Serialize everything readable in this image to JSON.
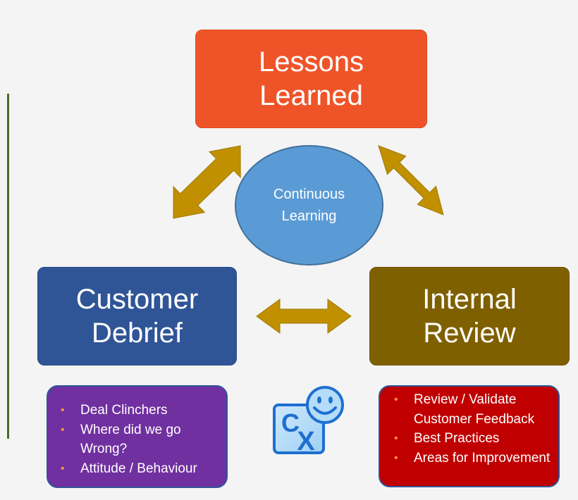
{
  "center": {
    "line1": "Continuous",
    "line2": "Learning"
  },
  "lessons": {
    "line1": "Lessons",
    "line2": "Learned"
  },
  "customer": {
    "line1": "Customer",
    "line2": "Debrief"
  },
  "internal": {
    "line1": "Internal",
    "line2": "Review"
  },
  "debrief_list": [
    "Deal Clinchers",
    "Where did we go Wrong?",
    "Attitude / Behaviour"
  ],
  "review_list": [
    "Review / Validate Customer Feedback",
    "Best Practices",
    "Areas for Improvement"
  ],
  "logo": {
    "text": "CX",
    "icon": "smiley-face-icon"
  },
  "colors": {
    "lessons": "#ef5428",
    "customer": "#2f5597",
    "internal": "#7f6000",
    "center": "#5b9bd5",
    "debrief_list": "#7030a0",
    "review_list": "#c00000",
    "arrow": "#c09000",
    "bullet": "#ff8c42",
    "logo_blue": "#1e6fd0"
  }
}
